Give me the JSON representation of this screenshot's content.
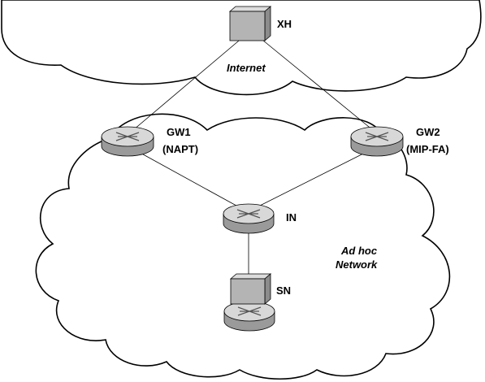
{
  "internet_cloud": {
    "label": "Internet"
  },
  "adhoc_cloud": {
    "label_line1": "Ad hoc",
    "label_line2": "Network"
  },
  "nodes": {
    "xh": {
      "label": "XH",
      "icon": "host-box-icon"
    },
    "gw1": {
      "label_line1": "GW1",
      "label_line2": "(NAPT)",
      "icon": "router-icon"
    },
    "gw2": {
      "label_line1": "GW2",
      "label_line2": "(MIP-FA)",
      "icon": "router-icon"
    },
    "in": {
      "label": "IN",
      "icon": "router-icon"
    },
    "sn": {
      "label": "SN",
      "icon": "host-box-icon"
    }
  },
  "colors": {
    "box_front": "#b4b4b4",
    "box_top": "#dcdcdc",
    "box_side": "#8c8c8c",
    "router_top": "#d8d8d8",
    "router_side": "#9a9a9a",
    "line": "#000000"
  }
}
